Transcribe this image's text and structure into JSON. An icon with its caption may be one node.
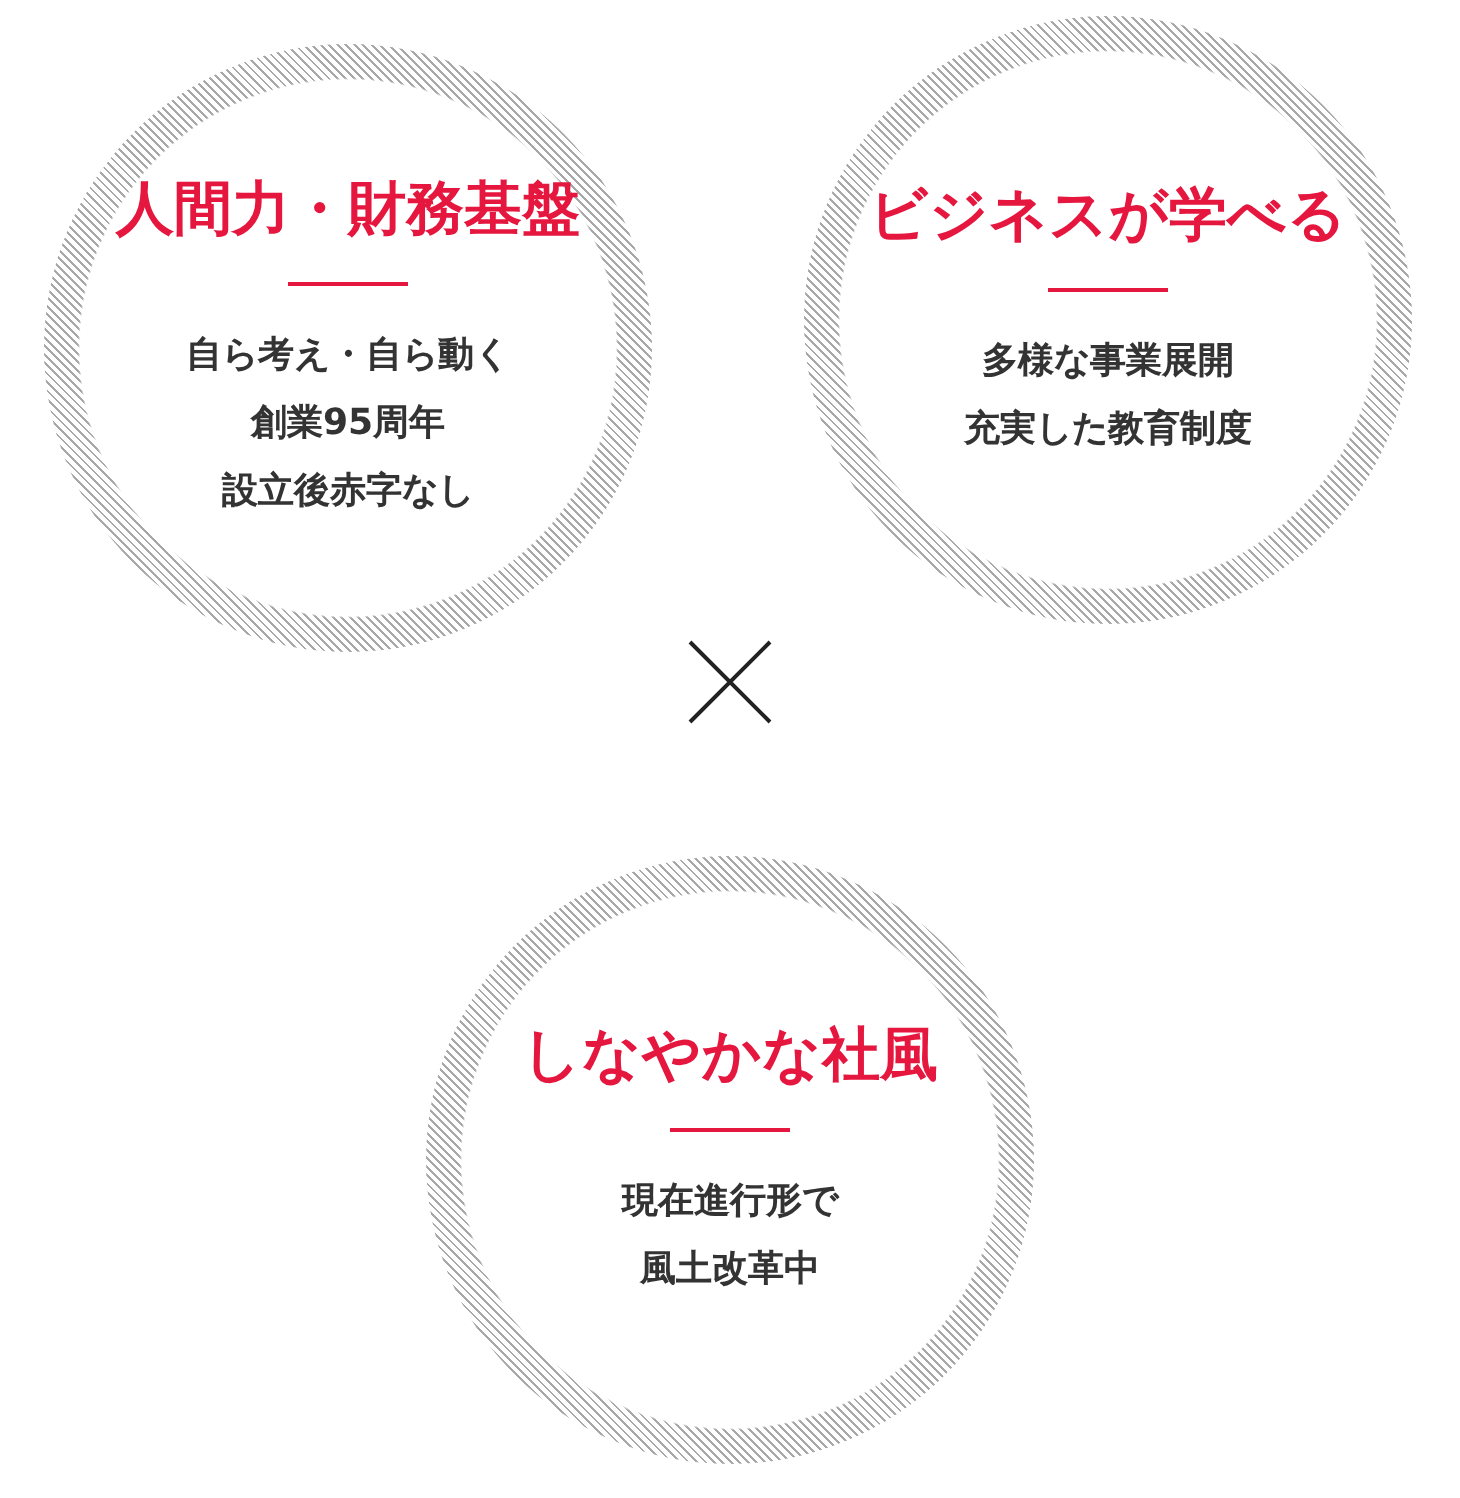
{
  "diagram": {
    "nodes": [
      {
        "text": [
          "人間力・財務基盤",
          "自ら考え・自ら動く",
          "創業95周年",
          "設立後赤字なし"
        ]
      },
      {
        "text": [
          "ビジネスが学べる",
          "多様な事業展開",
          "充実した教育制度"
        ]
      },
      {
        "text": [
          "しなやかな社風",
          "現在進行形で",
          "風土改革中"
        ]
      }
    ]
  }
}
